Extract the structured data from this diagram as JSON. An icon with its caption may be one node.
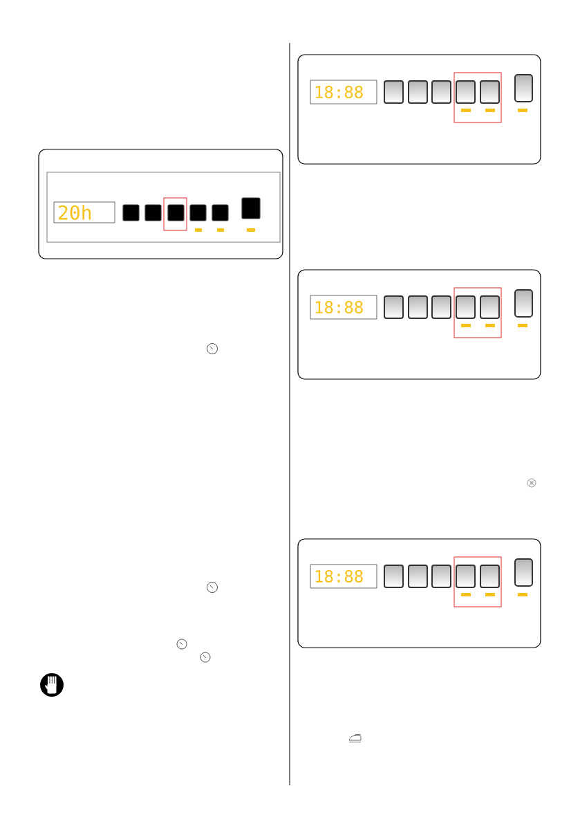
{
  "diagram": {
    "nodes": [
      {
        "text": [],
        "shape": "box"
      },
      {
        "text": [
          "20h"
        ],
        "in": 0
      },
      {
        "text": [],
        "shape": "box"
      },
      {
        "text": [
          "18:88"
        ],
        "in": 2
      },
      {
        "text": [],
        "shape": "box"
      },
      {
        "text": [
          "18:88"
        ],
        "in": 4
      },
      {
        "text": [],
        "shape": "box"
      },
      {
        "text": [
          "18:88"
        ],
        "in": 6
      }
    ]
  }
}
